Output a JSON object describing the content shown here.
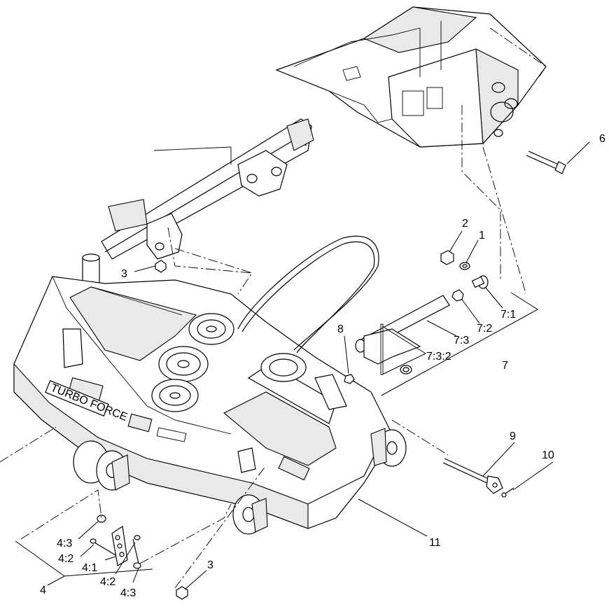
{
  "callouts": [
    {
      "id": "c1",
      "text": "1"
    },
    {
      "id": "c2",
      "text": "2"
    },
    {
      "id": "c3a",
      "text": "3"
    },
    {
      "id": "c3b",
      "text": "3"
    },
    {
      "id": "c4",
      "text": "4"
    },
    {
      "id": "c4_1",
      "text": "4:1"
    },
    {
      "id": "c4_2a",
      "text": "4:2"
    },
    {
      "id": "c4_2b",
      "text": "4:2"
    },
    {
      "id": "c4_3a",
      "text": "4:3"
    },
    {
      "id": "c4_3b",
      "text": "4:3"
    },
    {
      "id": "c6",
      "text": "6"
    },
    {
      "id": "c7",
      "text": "7"
    },
    {
      "id": "c7_1",
      "text": "7:1"
    },
    {
      "id": "c7_2",
      "text": "7:2"
    },
    {
      "id": "c7_3",
      "text": "7:3"
    },
    {
      "id": "c7_3_2",
      "text": "7:3:2"
    },
    {
      "id": "c8",
      "text": "8"
    },
    {
      "id": "c9",
      "text": "9"
    },
    {
      "id": "c10",
      "text": "10"
    },
    {
      "id": "c11",
      "text": "11"
    }
  ],
  "decals": {
    "brand": "TURBO FORCE"
  }
}
